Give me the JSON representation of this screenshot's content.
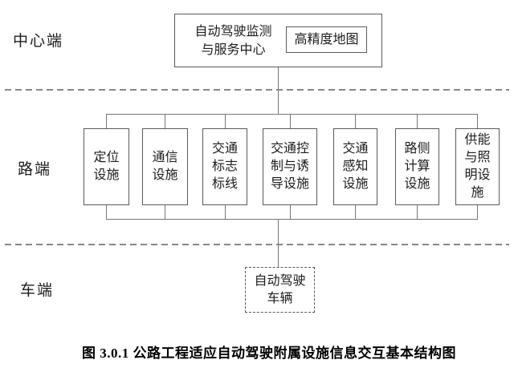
{
  "sections": {
    "center": {
      "label": "中心端",
      "main_box_label": "自动驾驶监测\n与服务中心",
      "map_box_label": "高精度地图"
    },
    "road": {
      "label": "路端",
      "facilities": [
        {
          "label": "定位\n设施"
        },
        {
          "label": "通信\n设施"
        },
        {
          "label": "交通\n标志\n标线"
        },
        {
          "label": "交通控\n制与诱\n导设施"
        },
        {
          "label": "交通\n感知\n设施"
        },
        {
          "label": "路侧\n计算\n设施"
        },
        {
          "label": "供能\n与照\n明设\n施"
        }
      ]
    },
    "vehicle": {
      "label": "车端",
      "box_label": "自动驾驶\n车辆"
    }
  },
  "caption": "图 3.0.1 公路工程适应自动驾驶附属设施信息交互基本结构图",
  "colors": {
    "line": "#777777",
    "box_border": "#5a5a5a",
    "text": "#1c1c1c",
    "separator": "#888888",
    "background": "#ffffff"
  }
}
